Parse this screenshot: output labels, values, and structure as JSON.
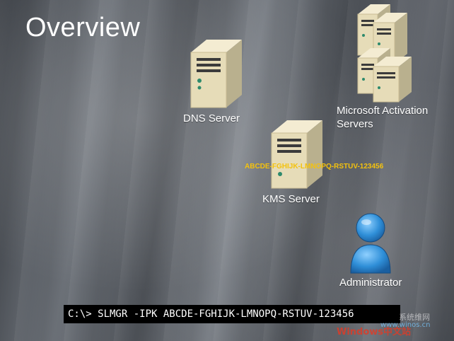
{
  "title": "Overview",
  "nodes": {
    "dns": {
      "label": "DNS Server"
    },
    "activation": {
      "label_line1": "Microsoft Activation",
      "label_line2": "Servers"
    },
    "kms": {
      "label": "KMS Server",
      "product_key": "ABCDE-FGHIJK-LMNOPQ-RSTUV-123456"
    },
    "admin": {
      "label": "Administrator"
    }
  },
  "command": {
    "text": "C:\\> SLMGR -IPK ABCDE-FGHIJK-LMNOPQ-RSTUV-123456"
  },
  "watermark": {
    "line1": "Windows中文站",
    "line2": "www.winos.cn",
    "line3": "系统维网"
  },
  "colors": {
    "key_text": "#f4c20d",
    "command_bg": "#000000"
  }
}
